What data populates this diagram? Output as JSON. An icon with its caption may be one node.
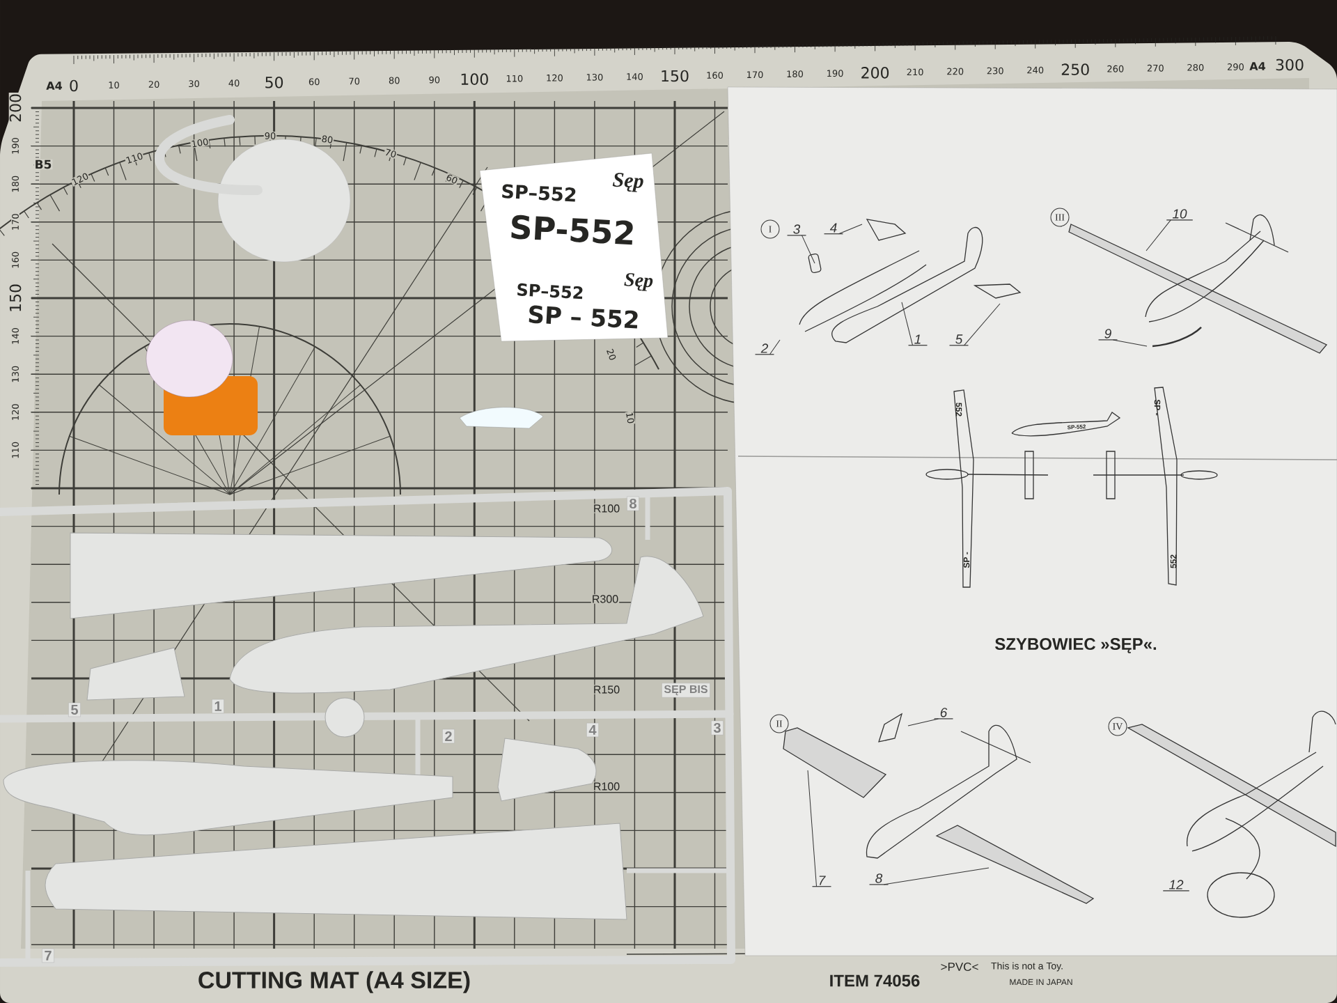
{
  "diagram": {
    "nodes": [
      {
        "text": [
          "I"
        ]
      },
      {
        "text": [
          "3"
        ]
      },
      {
        "text": [
          "4"
        ]
      },
      {
        "text": [
          "2"
        ]
      },
      {
        "text": [
          "1"
        ]
      },
      {
        "text": [
          "5"
        ]
      },
      {
        "text": [
          "III"
        ]
      },
      {
        "text": [
          "10"
        ]
      },
      {
        "text": [
          "9"
        ]
      },
      {
        "text": [
          "II"
        ]
      },
      {
        "text": [
          "6"
        ]
      },
      {
        "text": [
          "7"
        ]
      },
      {
        "text": [
          "8"
        ]
      },
      {
        "text": [
          "IV"
        ]
      },
      {
        "text": [
          "12"
        ]
      },
      {
        "text": [],
        "shape": "picture"
      }
    ],
    "edges": [
      {
        "from": 1,
        "to": 15,
        "arrow": "none"
      },
      {
        "from": 2,
        "to": null,
        "arrow": "none"
      },
      {
        "from": 3,
        "to": null,
        "arrow": "none"
      },
      {
        "from": 4,
        "to": null,
        "arrow": "none"
      },
      {
        "from": 5,
        "to": null,
        "arrow": "none"
      },
      {
        "from": 7,
        "to": null,
        "arrow": "none"
      },
      {
        "from": 8,
        "to": null,
        "arrow": "none"
      },
      {
        "from": 10,
        "to": null,
        "arrow": "none"
      },
      {
        "from": 11,
        "to": null,
        "arrow": "none"
      },
      {
        "from": 12,
        "to": null,
        "arrow": "none"
      }
    ],
    "labels": [
      "A4",
      "0",
      "10",
      "20",
      "30",
      "40",
      "50",
      "60",
      "70",
      "80",
      "90",
      "100",
      "110",
      "120",
      "130",
      "140",
      "150",
      "160",
      "170",
      "180",
      "190",
      "200",
      "210",
      "220",
      "230",
      "240",
      "250",
      "260",
      "270",
      "280",
      "290",
      "A4",
      "300",
      "200",
      "190",
      "B5",
      "180",
      "170",
      "160",
      "150",
      "140",
      "130",
      "120",
      "110",
      "120",
      "110",
      "100",
      "90",
      "80",
      "70",
      "60",
      "SP–552",
      "Sęp",
      "SP-552",
      "SP–552",
      "Sęp",
      "SP – 552",
      "R100",
      "R300",
      "R150",
      "R100",
      "20",
      "10",
      "8",
      "5",
      "1",
      "SĘP BIS",
      "2",
      "4",
      "3",
      "7",
      "552",
      "SP -",
      "SP-552",
      "SP -",
      "552",
      "SZYBOWIEC »SĘP«.",
      "CUTTING MAT (A4 SIZE)",
      "ITEM 74056",
      ">PVC<",
      "This is not a Toy.",
      "MADE IN JAPAN"
    ]
  }
}
